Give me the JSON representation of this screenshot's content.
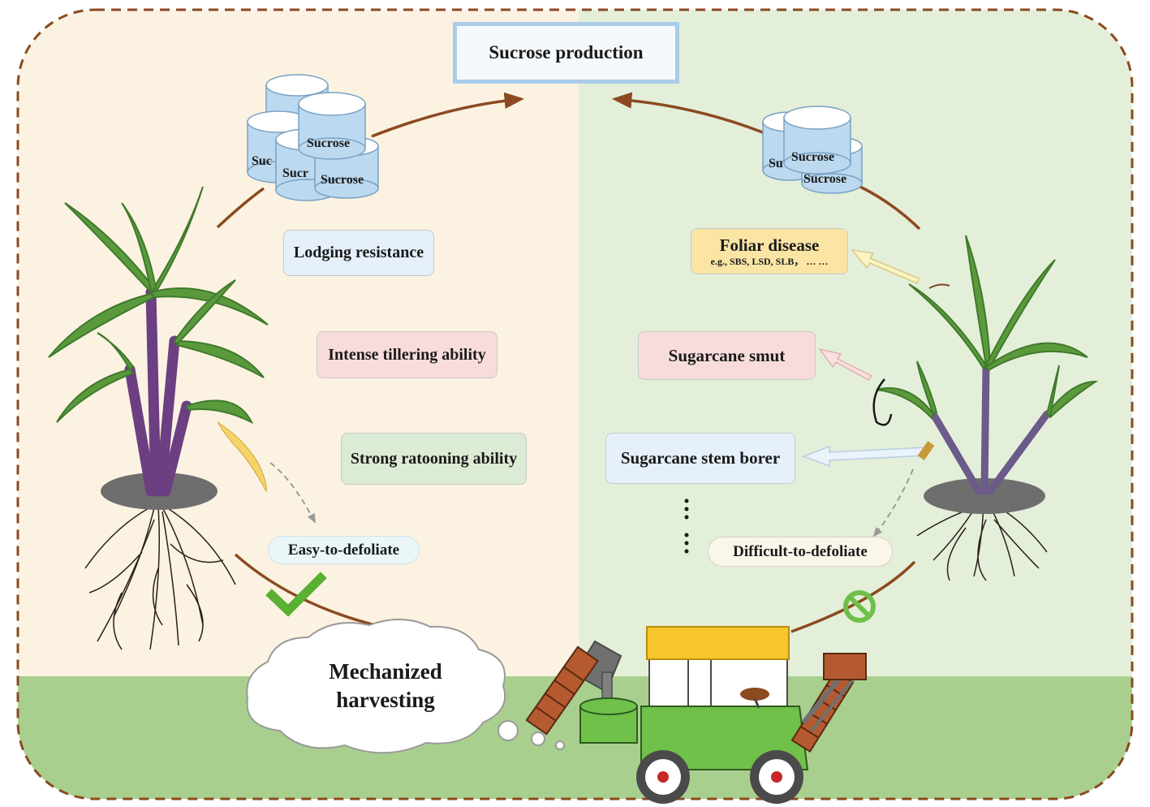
{
  "title": "Sucrose production",
  "left": {
    "traits": [
      "Lodging resistance",
      "Intense tillering ability",
      "Strong ratooning ability"
    ],
    "defoliation": "Easy-to-defoliate",
    "sucrose_labels": [
      "Sucrose",
      "Sucr",
      "Sucrose",
      "Suc"
    ]
  },
  "right": {
    "foliar": {
      "title": "Foliar disease",
      "examples": "e.g., SBS, LSD, SLB， … …"
    },
    "issues": [
      "Sugarcane smut",
      "Sugarcane stem borer"
    ],
    "defoliation": "Difficult-to-defoliate",
    "sucrose_labels": [
      "Sucrose",
      "Sucrose",
      "Su"
    ]
  },
  "harvest": {
    "line1": "Mechanized",
    "line2": "harvesting"
  },
  "icons": {
    "left_mark": "checkmark-icon",
    "right_mark": "prohibited-icon"
  },
  "colors": {
    "left_bg": "#fbf2e1",
    "right_bg": "#e4efd9",
    "ground": "#a9cf8f",
    "arrow": "#8b4a20",
    "border": "#8b4a20"
  }
}
